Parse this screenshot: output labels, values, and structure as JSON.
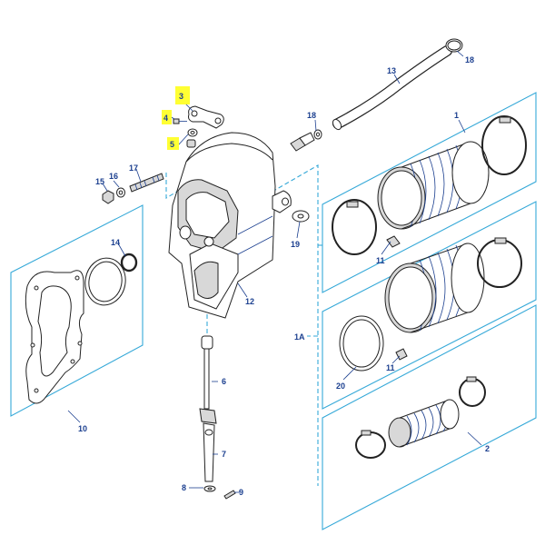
{
  "callouts": {
    "c1": "1",
    "c1a": "1A",
    "c2": "2",
    "c3": "3",
    "c4": "4",
    "c5": "5",
    "c6": "6",
    "c7": "7",
    "c8": "8",
    "c9": "9",
    "c10": "10",
    "c11a": "11",
    "c11b": "11",
    "c12": "12",
    "c13": "13",
    "c14": "14",
    "c15": "15",
    "c16": "16",
    "c17": "17",
    "c18a": "18",
    "c18b": "18",
    "c19": "19",
    "c20": "20"
  },
  "highlighted_callouts": [
    "3",
    "4",
    "5"
  ],
  "colors": {
    "callout_text": "#1b3f8f",
    "panel_lines": "#36a9d8",
    "highlight": "#ffff33",
    "part_outline": "#222222"
  }
}
